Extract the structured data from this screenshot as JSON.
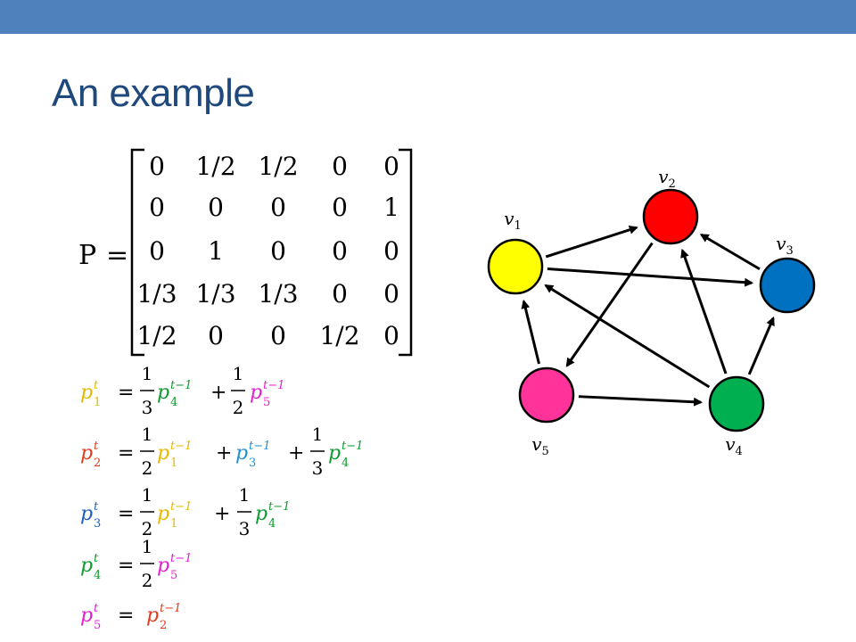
{
  "header": {
    "title": "An example"
  },
  "matrix": {
    "lhs": "P",
    "eq": "=",
    "rows": [
      [
        "0",
        "1/2",
        "1/2",
        "0",
        "0"
      ],
      [
        "0",
        "0",
        "0",
        "0",
        "1"
      ],
      [
        "0",
        "1",
        "0",
        "0",
        "0"
      ],
      [
        "1/3",
        "1/3",
        "1/3",
        "0",
        "0"
      ],
      [
        "1/2",
        "0",
        "0",
        "1/2",
        "0"
      ]
    ]
  },
  "colors": {
    "title": "#1f497d",
    "bar": "#4f81bd",
    "v1": "#ffff00",
    "v2": "#ff0000",
    "v3": "#0070c0",
    "v4": "#00b050",
    "v5": "#ff3399",
    "eq_p1": "#e6b800",
    "eq_p2": "#e03c1e",
    "eq_p3": "#1f5fbf",
    "eq_p4": "#0e9a2e",
    "eq_p5": "#e020d0"
  },
  "graph": {
    "nodes": [
      {
        "id": "v1",
        "label": "v",
        "sub": "1"
      },
      {
        "id": "v2",
        "label": "v",
        "sub": "2"
      },
      {
        "id": "v3",
        "label": "v",
        "sub": "3"
      },
      {
        "id": "v4",
        "label": "v",
        "sub": "4"
      },
      {
        "id": "v5",
        "label": "v",
        "sub": "5"
      }
    ],
    "edges": [
      [
        "v1",
        "v2"
      ],
      [
        "v1",
        "v3"
      ],
      [
        "v2",
        "v5"
      ],
      [
        "v3",
        "v2"
      ],
      [
        "v4",
        "v1"
      ],
      [
        "v4",
        "v2"
      ],
      [
        "v4",
        "v3"
      ],
      [
        "v5",
        "v1"
      ],
      [
        "v5",
        "v4"
      ]
    ]
  },
  "equations": {
    "p": "p",
    "t": "t",
    "tm1": "t−1",
    "eq": "=",
    "plus": "+",
    "one": "1",
    "two": "2",
    "three": "3",
    "i1": "1",
    "i2": "2",
    "i3": "3",
    "i4": "4",
    "i5": "5"
  }
}
